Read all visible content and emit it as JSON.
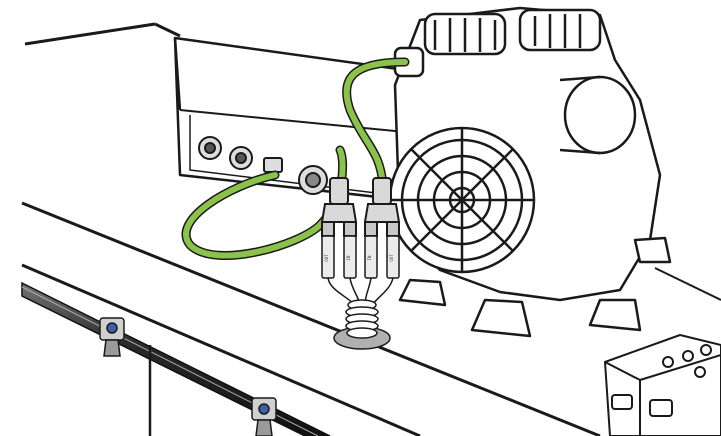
{
  "diagram": {
    "connector_labels": [
      "OUT",
      "IN",
      "IN",
      "OUT"
    ],
    "colors": {
      "hose": "#8bc34a",
      "hose_dark": "#5a8c2a",
      "outline": "#1a1a1a",
      "metal": "#c8c8c8",
      "metal_dark": "#8a8a8a",
      "fitting": "#d9d9d9",
      "grommet": "#b0b0b0",
      "port_accent": "#3f5fa8",
      "pipe": "#3a3a3a"
    },
    "icons": [
      "air-compressor-icon",
      "cooling-fan-icon",
      "junction-box-icon",
      "control-box-icon",
      "pipe-clamp-icon"
    ]
  }
}
